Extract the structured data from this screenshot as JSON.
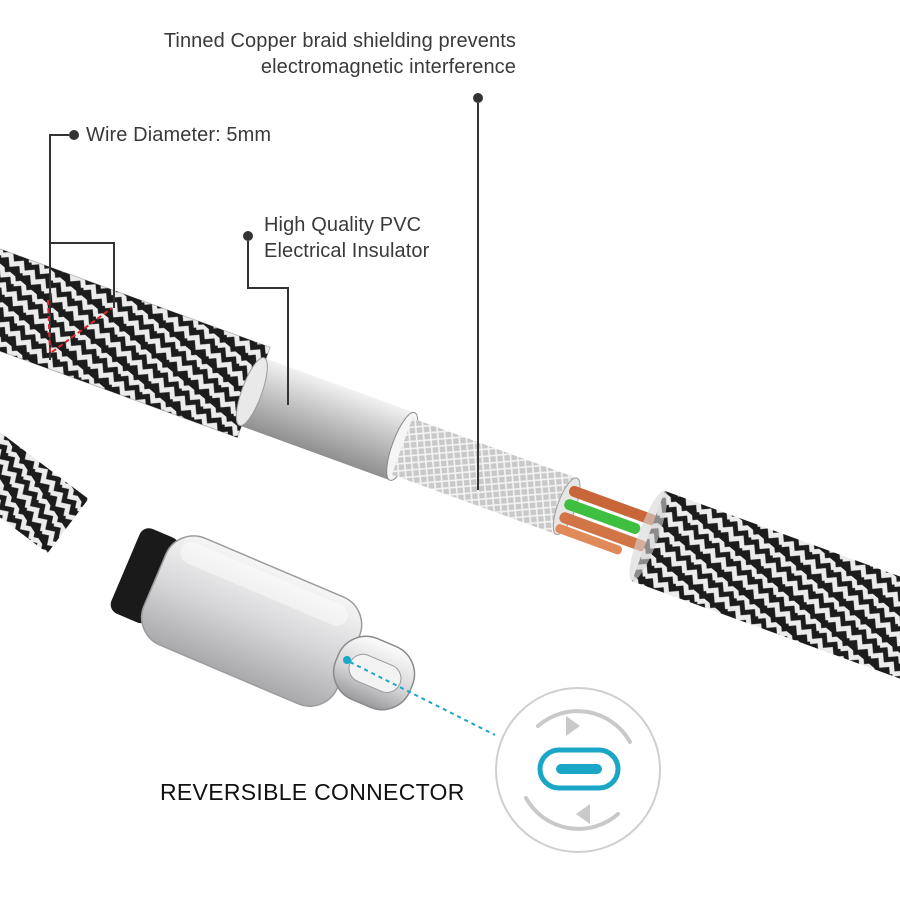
{
  "labels": {
    "shielding": {
      "line1": "Tinned Copper braid shielding prevents",
      "line2": "electromagnetic interference"
    },
    "diameter": "Wire Diameter: 5mm",
    "insulator": {
      "line1": "High Quality PVC",
      "line2": "Electrical Insulator"
    },
    "reversible": "REVERSIBLE CONNECTOR"
  },
  "colors": {
    "braid_dark": "#1c1c1c",
    "braid_light": "#e8e8e8",
    "pvc_gray": "#c8c8c8",
    "aluminium": "#d9d9db",
    "wire_green": "#3fbf3f",
    "wire_copper": "#c8663a",
    "accent_cyan": "#19a6c7",
    "callout_line": "#333333",
    "diameter_mark": "#e0262a"
  },
  "icons": {
    "connector_badge": "usb-c-reversible-icon",
    "sync_arrows": "refresh-arrows-icon"
  }
}
